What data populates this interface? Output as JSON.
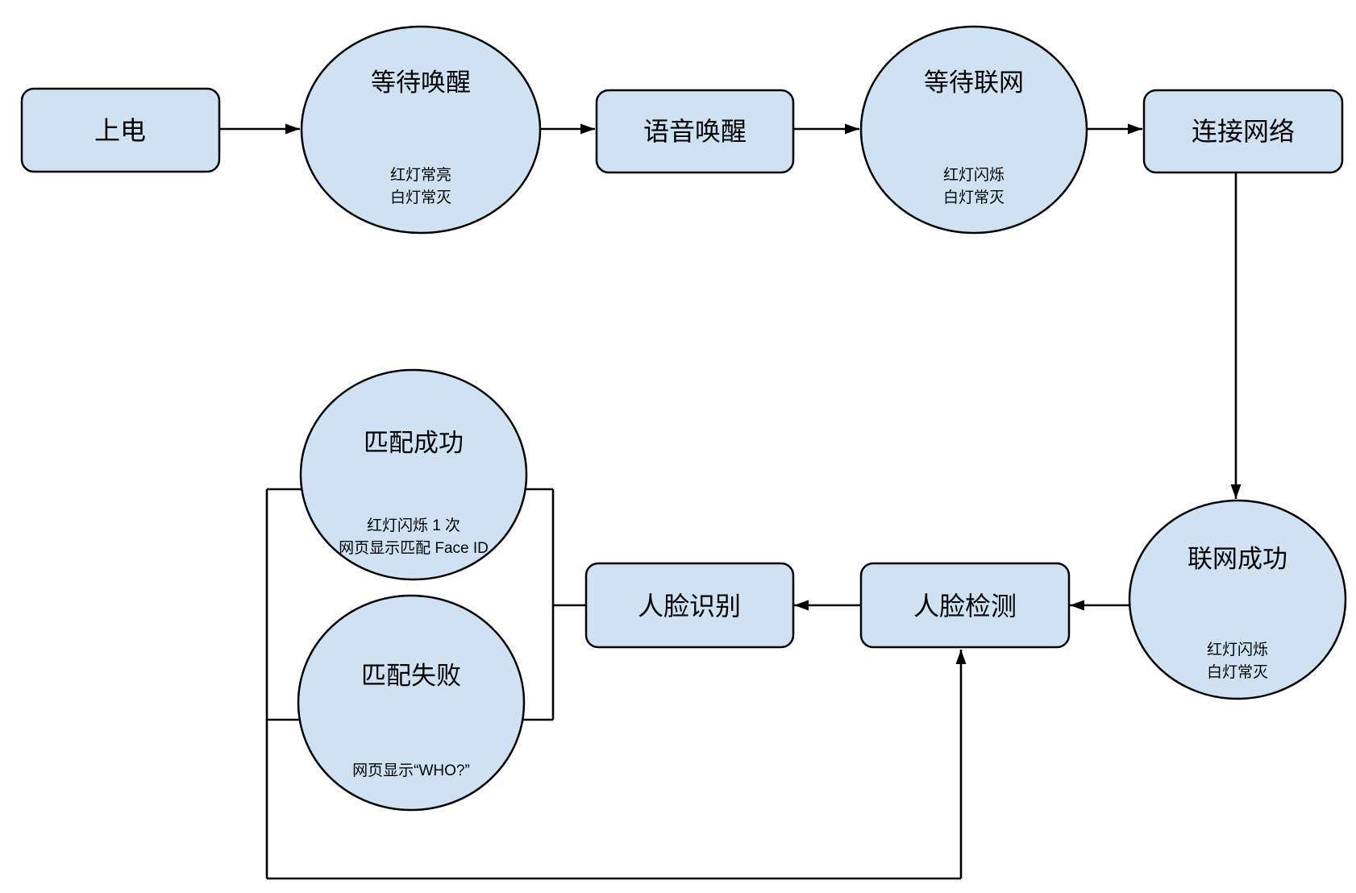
{
  "diagram": {
    "type": "flowchart",
    "colors": {
      "node_fill": "#cfe2f3",
      "node_stroke": "#000000",
      "text": "#000000",
      "background": "#ffffff"
    },
    "nodes": {
      "power_on": {
        "label": "上电"
      },
      "wait_wake": {
        "label": "等待唤醒",
        "sub": [
          "红灯常亮",
          "白灯常灭"
        ]
      },
      "voice_wake": {
        "label": "语音唤醒"
      },
      "wait_network": {
        "label": "等待联网",
        "sub": [
          "红灯闪烁",
          "白灯常灭"
        ]
      },
      "connect_network": {
        "label": "连接网络"
      },
      "network_success": {
        "label": "联网成功",
        "sub": [
          "红灯闪烁",
          "白灯常灭"
        ]
      },
      "face_detect": {
        "label": "人脸检测"
      },
      "face_recognize": {
        "label": "人脸识别"
      },
      "match_success": {
        "label": "匹配成功",
        "sub": [
          "红灯闪烁 1 次",
          "网页显示匹配 Face ID"
        ]
      },
      "match_fail": {
        "label": "匹配失败",
        "sub": [
          "网页显示“WHO?”"
        ]
      }
    },
    "edges": [
      {
        "from": "power_on",
        "to": "wait_wake",
        "style": "arrow"
      },
      {
        "from": "wait_wake",
        "to": "voice_wake",
        "style": "arrow"
      },
      {
        "from": "voice_wake",
        "to": "wait_network",
        "style": "arrow"
      },
      {
        "from": "wait_network",
        "to": "connect_network",
        "style": "arrow"
      },
      {
        "from": "connect_network",
        "to": "network_success",
        "style": "arrow"
      },
      {
        "from": "network_success",
        "to": "face_detect",
        "style": "arrow"
      },
      {
        "from": "face_detect",
        "to": "face_recognize",
        "style": "arrow"
      },
      {
        "from": "face_recognize",
        "to": "match_success",
        "style": "line"
      },
      {
        "from": "face_recognize",
        "to": "match_fail",
        "style": "line"
      },
      {
        "from": "match_success",
        "to": "face_detect",
        "style": "loop-arrow"
      },
      {
        "from": "match_fail",
        "to": "face_detect",
        "style": "loop-arrow"
      }
    ]
  }
}
